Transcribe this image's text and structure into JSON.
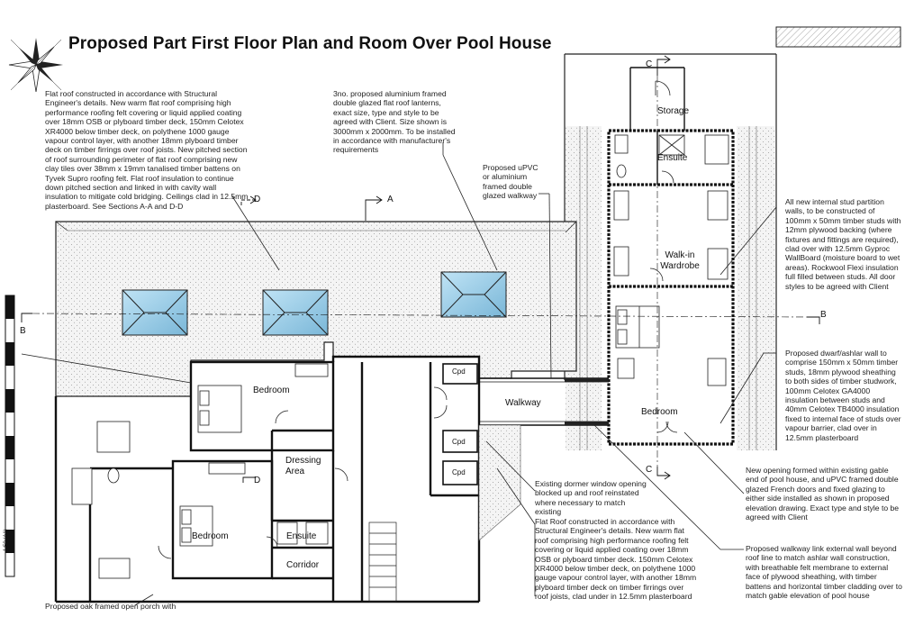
{
  "title": "Proposed Part First Floor Plan and Room Over Pool House",
  "rooms": {
    "storage": "Storage",
    "ensuite_upper": "Ensuite",
    "walkin": "Walk-in Wardrobe",
    "bedroom_right": "Bedroom",
    "walkway": "Walkway",
    "bedroom_upper_left": "Bedroom",
    "dressing": "Dressing Area",
    "bedroom_lower_left": "Bedroom",
    "ensuite_lower": "Ensuite",
    "corridor": "Corridor",
    "cpd1": "Cpd",
    "cpd2": "Cpd",
    "cpd3": "Cpd"
  },
  "section_markers": {
    "a": "A",
    "b_left": "B",
    "b_right": "B",
    "c_top": "C",
    "c_bottom": "C",
    "d_top": "D",
    "d_mid": "D"
  },
  "notes": {
    "flat_roof_top": "Flat roof constructed in accordance with Structural Engineer's details. New warm flat roof comprising high performance roofing felt covering or liquid applied coating over 18mm OSB or plyboard timber deck, 150mm Celotex XR4000 below timber deck, on polythene 1000 gauge vapour control layer, with another 18mm plyboard timber deck on timber firrings over roof joists. New pitched section of roof surrounding perimeter of flat roof comprising new clay tiles over 38mm x 19mm tanalised timber battens on Tyvek Supro roofing felt. Flat roof insulation to continue down pitched section and linked in with cavity wall insulation to mitigate cold bridging. Ceilings clad in 12.5mm plasterboard. See Sections A-A and D-D",
    "lanterns": "3no. proposed aluminium framed double glazed flat roof lanterns, exact size, type and style to be agreed with Client. Size shown is 3000mm x 2000mm. To be installed in accordance with manufacturer's requirements",
    "walkway_glazing": "Proposed uPVC or aluminium framed double glazed walkway",
    "stud_partition": "All new internal stud partition walls, to be constructed of 100mm x 50mm timber studs with 12mm plywood backing (where fixtures and fittings are required), clad over with 12.5mm Gyproc WallBoard (moisture board to wet areas). Rockwool Flexi insulation full filled between studs. All door styles to be agreed with Client",
    "dwarf_wall": "Proposed dwarf/ashlar wall to comprise 150mm x 50mm timber studs, 18mm plywood sheathing to both sides of timber studwork, 100mm Celotex GA4000 insulation between studs and 40mm Celotex TB4000 insulation fixed to internal face of studs over vapour barrier, clad over in 12.5mm plasterboard",
    "new_opening": "New opening formed within existing gable end of pool house, and uPVC framed double glazed French doors and fixed glazing to either side installed as shown in proposed elevation drawing. Exact type and style to be agreed with Client",
    "dormer": "Existing dormer window opening blocked up and roof reinstated where necessary to match existing",
    "flat_roof_bottom": "Flat Roof constructed in accordance with Structural Engineer's details. New warm flat roof comprising high performance roofing felt covering or liquid applied coating over 18mm OSB or plyboard timber deck. 150mm Celotex XR4000 below timber deck, on polythene 1000 gauge vapour control layer, with another 18mm plyboard timber deck on timber firrings over roof joists, clad under in 12.5mm plasterboard",
    "walkway_link": "Proposed walkway link external wall beyond roof line to match ashlar wall construction, with breathable felt membrane to external face of plywood sheathing, with timber battens and horizontal timber cladding over to match gable elevation of pool house",
    "oak_porch": "Proposed oak framed open porch with"
  },
  "scale_label": "1:50 (A1)"
}
